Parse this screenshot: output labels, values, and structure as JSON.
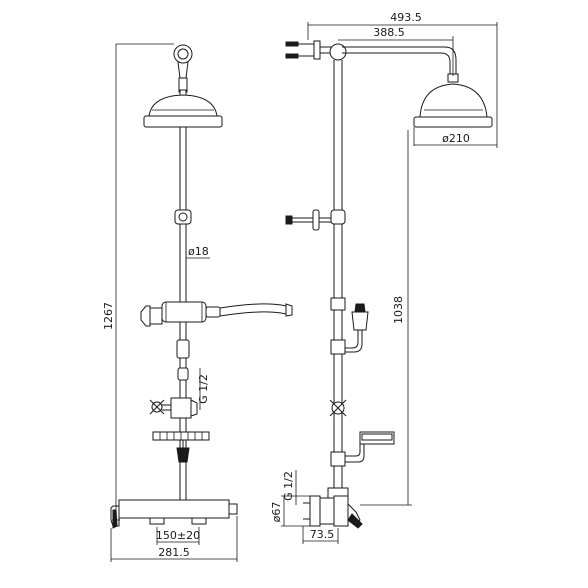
{
  "dimensions": {
    "total_width": "493.5",
    "arm_length": "388.5",
    "head_diameter": "ø210",
    "riser_diameter": "ø18",
    "overall_height": "1267",
    "riser_height": "1038",
    "thread_front": "G 1/2",
    "thread_side": "G 1/2",
    "inlet_diameter": "ø67",
    "center_distance": "150±20",
    "body_width": "281.5",
    "inlet_depth": "73.5"
  }
}
